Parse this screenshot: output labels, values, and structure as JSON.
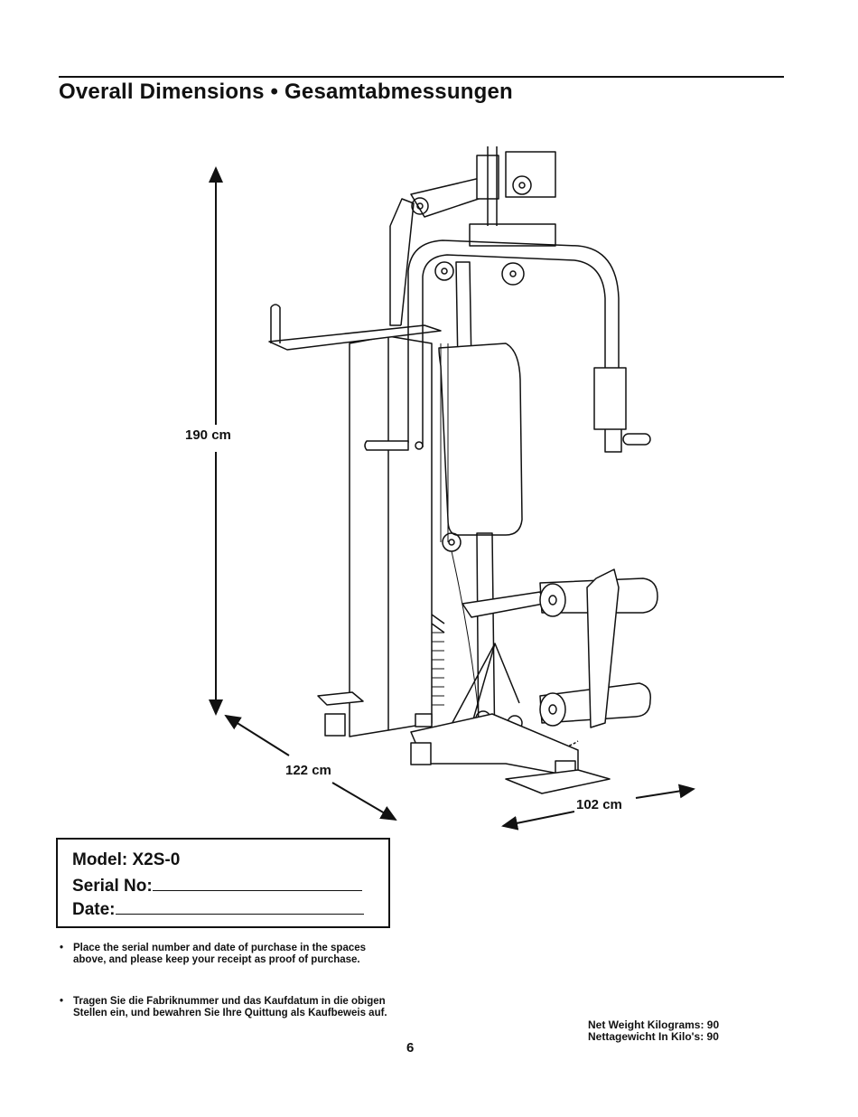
{
  "title": "Overall Dimensions • Gesamtabmessungen",
  "dimensions": {
    "height": "190 cm",
    "depth": "122 cm",
    "width": "102 cm"
  },
  "model_box": {
    "model": "Model: X2S-0",
    "serial_label": "Serial No:",
    "date_label": "Date:"
  },
  "notes": [
    {
      "bullet": "•",
      "text": "Place the serial number and date of purchase in the spaces above, and please keep your receipt as proof of purchase."
    },
    {
      "bullet": "•",
      "text": "Tragen Sie die Fabriknummer und das Kaufdatum in die obigen Stellen ein, und bewahren Sie Ihre Quittung als Kaufbeweis auf."
    }
  ],
  "weight": {
    "line1": "Net Weight Kilograms: 90",
    "line2": "Nettagewicht In Kilo's: 90"
  },
  "page_number": "6"
}
